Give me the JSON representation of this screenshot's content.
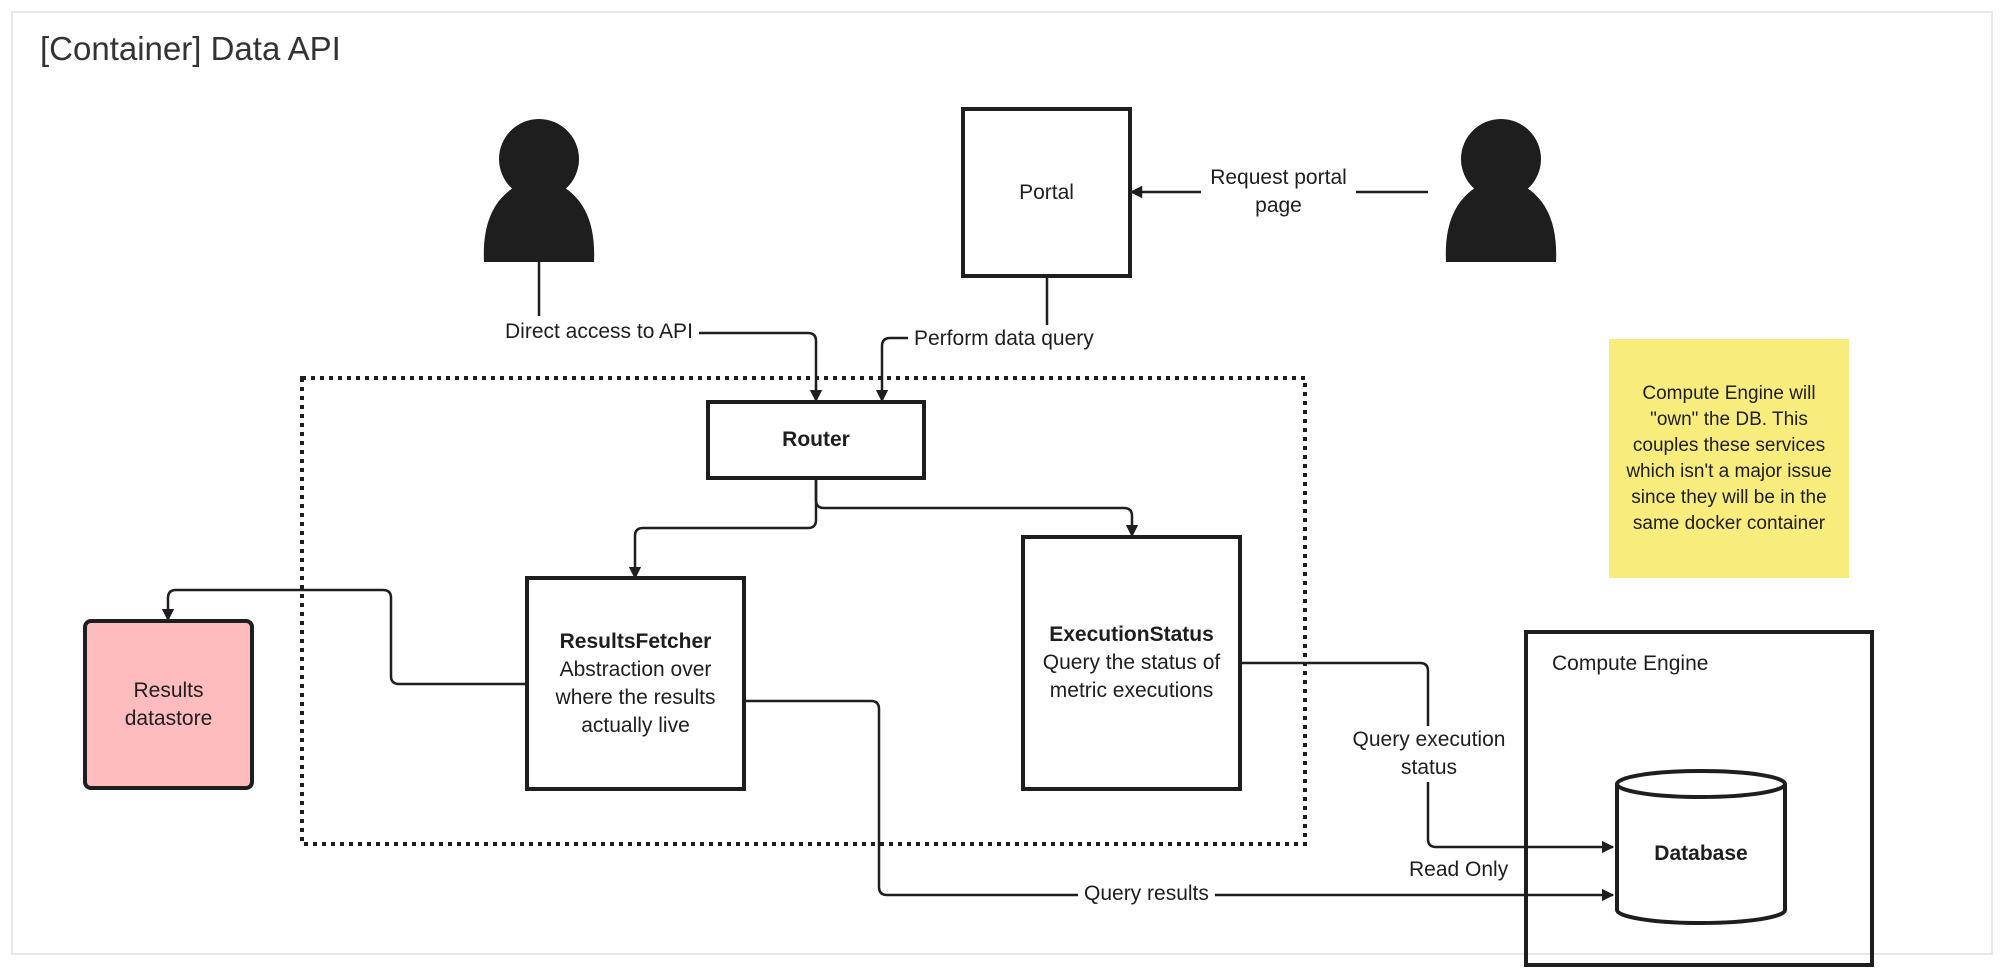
{
  "title": "[Container] Data API",
  "nodes": {
    "portal": "Portal",
    "router": "Router",
    "results_fetcher": {
      "title": "ResultsFetcher",
      "description": "Abstraction over where the results actually live"
    },
    "execution_status": {
      "title": "ExecutionStatus",
      "description": "Query the status of metric executions"
    },
    "results_datastore": "Results datastore",
    "compute_engine": "Compute Engine",
    "database": "Database"
  },
  "edges": {
    "direct_access": "Direct access to API",
    "request_portal": "Request portal page",
    "perform_query": "Perform data query",
    "query_execution_status": "Query execution status",
    "read_only": "Read Only",
    "query_results": "Query results"
  },
  "note": "Compute Engine will \"own\" the DB. This couples these services which isn't a major issue since they will be in the same docker container",
  "colors": {
    "stroke": "#1e1e1e",
    "datastore_fill": "#ffbcbf",
    "note_fill": "#f8ec7c",
    "frame": "#e8e8e8"
  }
}
